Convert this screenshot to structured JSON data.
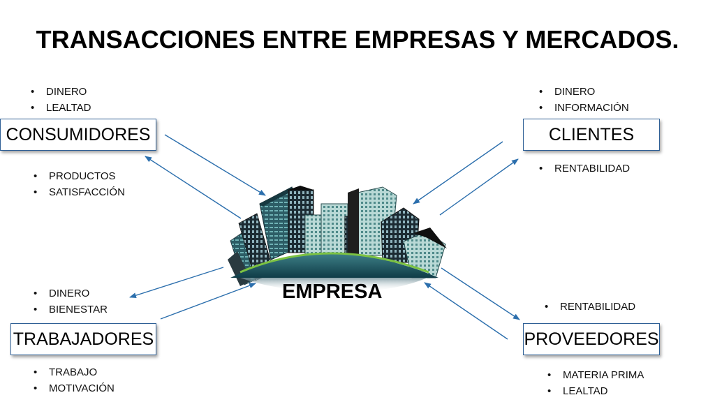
{
  "title": "TRANSACCIONES ENTRE EMPRESAS Y MERCADOS.",
  "center_label": "EMPRESA",
  "nodes": {
    "consumidores": {
      "label": "CONSUMIDORES",
      "top": [
        "DINERO",
        "LEALTAD"
      ],
      "bottom": [
        "PRODUCTOS",
        "SATISFACCIÓN"
      ]
    },
    "clientes": {
      "label": "CLIENTES",
      "top": [
        "DINERO",
        "INFORMACIÓN"
      ],
      "bottom": [
        "RENTABILIDAD"
      ]
    },
    "trabajadores": {
      "label": "TRABAJADORES",
      "top": [
        "DINERO",
        "BIENESTAR"
      ],
      "bottom": [
        "TRABAJO",
        "MOTIVACIÓN"
      ]
    },
    "proveedores": {
      "label": "PROVEEDORES",
      "top": [
        "RENTABILIDAD"
      ],
      "bottom": [
        "MATERIA PRIMA",
        "LEALTAD"
      ]
    }
  },
  "colors": {
    "arrow": "#2c6fad",
    "box_border": "#2e5f95"
  }
}
